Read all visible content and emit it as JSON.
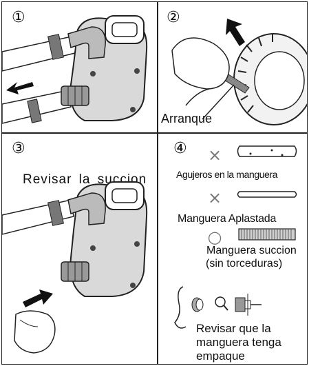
{
  "panels": [
    {
      "number": "①"
    },
    {
      "number": "②",
      "label": "Arranque"
    },
    {
      "number": "③",
      "heading": "Revisar la succion"
    },
    {
      "number": "④",
      "items": [
        {
          "mark": "×",
          "caption": "Agujeros en la manguera"
        },
        {
          "mark": "×",
          "caption": "Manguera Aplastada"
        },
        {
          "mark": "○",
          "caption_line1": "Manguera succion",
          "caption_line2": "(sin torceduras)"
        }
      ],
      "check_line1": "Revisar que la",
      "check_line2": "manguera tenga",
      "check_line3": "empaque"
    }
  ]
}
